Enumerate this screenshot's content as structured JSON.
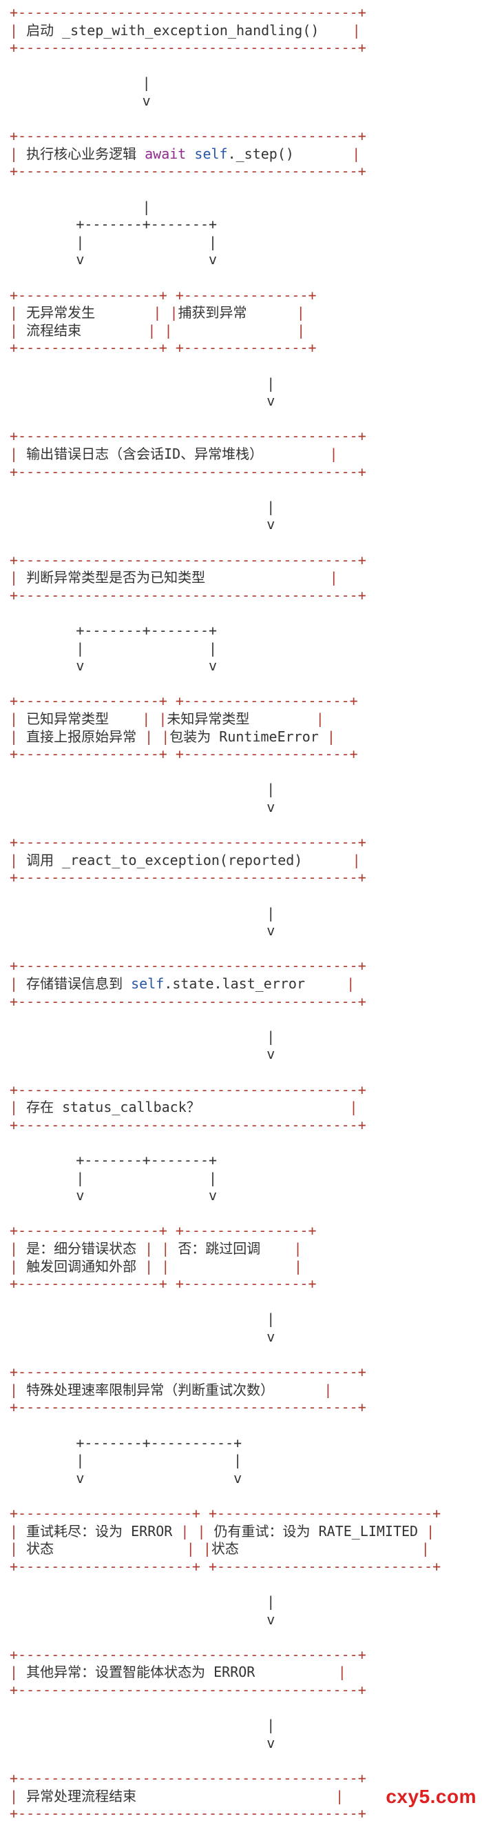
{
  "lines": [
    [
      {
        "t": "+-----------------------------------------+",
        "c": "b"
      }
    ],
    [
      {
        "t": "| ",
        "c": "b"
      },
      {
        "t": "启动 _step_with_exception_handling()"
      },
      {
        "t": "    |",
        "c": "b"
      }
    ],
    [
      {
        "t": "+-----------------------------------------+",
        "c": "b"
      }
    ],
    [],
    [
      {
        "t": "                |"
      }
    ],
    [
      {
        "t": "                v"
      }
    ],
    [],
    [
      {
        "t": "+-----------------------------------------+",
        "c": "b"
      }
    ],
    [
      {
        "t": "| ",
        "c": "b"
      },
      {
        "t": "执行核心业务逻辑 "
      },
      {
        "t": "await",
        "c": "k"
      },
      {
        "t": " "
      },
      {
        "t": "self",
        "c": "v"
      },
      {
        "t": "._step()"
      },
      {
        "t": "       |",
        "c": "b"
      }
    ],
    [
      {
        "t": "+-----------------------------------------+",
        "c": "b"
      }
    ],
    [],
    [
      {
        "t": "                |"
      }
    ],
    [
      {
        "t": "        +-------+-------+"
      }
    ],
    [
      {
        "t": "        |               |"
      }
    ],
    [
      {
        "t": "        v               v"
      }
    ],
    [],
    [
      {
        "t": "+-----------------+ +---------------+",
        "c": "b"
      }
    ],
    [
      {
        "t": "| ",
        "c": "b"
      },
      {
        "t": "无异常发生"
      },
      {
        "t": "       | |",
        "c": "b"
      },
      {
        "t": "捕获到异常"
      },
      {
        "t": "      |",
        "c": "b"
      }
    ],
    [
      {
        "t": "| ",
        "c": "b"
      },
      {
        "t": "流程结束"
      },
      {
        "t": "        | |",
        "c": "b"
      },
      {
        "t": "               |",
        "c": "b"
      }
    ],
    [
      {
        "t": "+-----------------+ +---------------+",
        "c": "b"
      }
    ],
    [],
    [
      {
        "t": "                               |"
      }
    ],
    [
      {
        "t": "                               v"
      }
    ],
    [],
    [
      {
        "t": "+-----------------------------------------+",
        "c": "b"
      }
    ],
    [
      {
        "t": "| ",
        "c": "b"
      },
      {
        "t": "输出错误日志（含会话ID、异常堆栈）"
      },
      {
        "t": "        |",
        "c": "b"
      }
    ],
    [
      {
        "t": "+-----------------------------------------+",
        "c": "b"
      }
    ],
    [],
    [
      {
        "t": "                               |"
      }
    ],
    [
      {
        "t": "                               v"
      }
    ],
    [],
    [
      {
        "t": "+-----------------------------------------+",
        "c": "b"
      }
    ],
    [
      {
        "t": "| ",
        "c": "b"
      },
      {
        "t": "判断异常类型是否为已知类型"
      },
      {
        "t": "               |",
        "c": "b"
      }
    ],
    [
      {
        "t": "+-----------------------------------------+",
        "c": "b"
      }
    ],
    [],
    [
      {
        "t": "        +-------+-------+"
      }
    ],
    [
      {
        "t": "        |               |"
      }
    ],
    [
      {
        "t": "        v               v"
      }
    ],
    [],
    [
      {
        "t": "+-----------------+ +--------------------+",
        "c": "b"
      }
    ],
    [
      {
        "t": "| ",
        "c": "b"
      },
      {
        "t": "已知异常类型"
      },
      {
        "t": "    | |",
        "c": "b"
      },
      {
        "t": "未知异常类型"
      },
      {
        "t": "        |",
        "c": "b"
      }
    ],
    [
      {
        "t": "| ",
        "c": "b"
      },
      {
        "t": "直接上报原始异常"
      },
      {
        "t": " | |",
        "c": "b"
      },
      {
        "t": "包装为 RuntimeError"
      },
      {
        "t": " |",
        "c": "b"
      }
    ],
    [
      {
        "t": "+-----------------+ +--------------------+",
        "c": "b"
      }
    ],
    [],
    [
      {
        "t": "                               |"
      }
    ],
    [
      {
        "t": "                               v"
      }
    ],
    [],
    [
      {
        "t": "+-----------------------------------------+",
        "c": "b"
      }
    ],
    [
      {
        "t": "| ",
        "c": "b"
      },
      {
        "t": "调用 _react_to_exception(reported)"
      },
      {
        "t": "      |",
        "c": "b"
      }
    ],
    [
      {
        "t": "+-----------------------------------------+",
        "c": "b"
      }
    ],
    [],
    [
      {
        "t": "                               |"
      }
    ],
    [
      {
        "t": "                               v"
      }
    ],
    [],
    [
      {
        "t": "+-----------------------------------------+",
        "c": "b"
      }
    ],
    [
      {
        "t": "| ",
        "c": "b"
      },
      {
        "t": "存储错误信息到 "
      },
      {
        "t": "self",
        "c": "v"
      },
      {
        "t": ".state.last_error"
      },
      {
        "t": "     |",
        "c": "b"
      }
    ],
    [
      {
        "t": "+-----------------------------------------+",
        "c": "b"
      }
    ],
    [],
    [
      {
        "t": "                               |"
      }
    ],
    [
      {
        "t": "                               v"
      }
    ],
    [],
    [
      {
        "t": "+-----------------------------------------+",
        "c": "b"
      }
    ],
    [
      {
        "t": "| ",
        "c": "b"
      },
      {
        "t": "存在 status_callback？"
      },
      {
        "t": "                  |",
        "c": "b"
      }
    ],
    [
      {
        "t": "+-----------------------------------------+",
        "c": "b"
      }
    ],
    [],
    [
      {
        "t": "        +-------+-------+"
      }
    ],
    [
      {
        "t": "        |               |"
      }
    ],
    [
      {
        "t": "        v               v"
      }
    ],
    [],
    [
      {
        "t": "+-----------------+ +---------------+",
        "c": "b"
      }
    ],
    [
      {
        "t": "| ",
        "c": "b"
      },
      {
        "t": "是：细分错误状态"
      },
      {
        "t": " | | ",
        "c": "b"
      },
      {
        "t": "否：跳过回调"
      },
      {
        "t": "    |",
        "c": "b"
      }
    ],
    [
      {
        "t": "| ",
        "c": "b"
      },
      {
        "t": "触发回调通知外部"
      },
      {
        "t": " | |",
        "c": "b"
      },
      {
        "t": "               |",
        "c": "b"
      }
    ],
    [
      {
        "t": "+-----------------+ +---------------+",
        "c": "b"
      }
    ],
    [],
    [
      {
        "t": "                               |"
      }
    ],
    [
      {
        "t": "                               v"
      }
    ],
    [],
    [
      {
        "t": "+-----------------------------------------+",
        "c": "b"
      }
    ],
    [
      {
        "t": "| ",
        "c": "b"
      },
      {
        "t": "特殊处理速率限制异常（判断重试次数）"
      },
      {
        "t": "      |",
        "c": "b"
      }
    ],
    [
      {
        "t": "+-----------------------------------------+",
        "c": "b"
      }
    ],
    [],
    [
      {
        "t": "        +-------+----------+"
      }
    ],
    [
      {
        "t": "        |                  |"
      }
    ],
    [
      {
        "t": "        v                  v"
      }
    ],
    [],
    [
      {
        "t": "+---------------------+ +--------------------------+",
        "c": "b"
      }
    ],
    [
      {
        "t": "| ",
        "c": "b"
      },
      {
        "t": "重试耗尽：设为 ERROR"
      },
      {
        "t": " | | ",
        "c": "b"
      },
      {
        "t": "仍有重试：设为 RATE_LIMITED"
      },
      {
        "t": " |",
        "c": "b"
      }
    ],
    [
      {
        "t": "| ",
        "c": "b"
      },
      {
        "t": "状态"
      },
      {
        "t": "                | |",
        "c": "b"
      },
      {
        "t": "状态"
      },
      {
        "t": "                      |",
        "c": "b"
      }
    ],
    [
      {
        "t": "+---------------------+ +--------------------------+",
        "c": "b"
      }
    ],
    [],
    [
      {
        "t": "                               |"
      }
    ],
    [
      {
        "t": "                               v"
      }
    ],
    [],
    [
      {
        "t": "+-----------------------------------------+",
        "c": "b"
      }
    ],
    [
      {
        "t": "| ",
        "c": "b"
      },
      {
        "t": "其他异常：设置智能体状态为 ERROR"
      },
      {
        "t": "          |",
        "c": "b"
      }
    ],
    [
      {
        "t": "+-----------------------------------------+",
        "c": "b"
      }
    ],
    [],
    [
      {
        "t": "                               |"
      }
    ],
    [
      {
        "t": "                               v"
      }
    ],
    [],
    [
      {
        "t": "+-----------------------------------------+",
        "c": "b"
      }
    ],
    [
      {
        "t": "| ",
        "c": "b"
      },
      {
        "t": "异常处理流程结束"
      },
      {
        "t": "                        |",
        "c": "b"
      }
    ],
    [
      {
        "t": "+-----------------------------------------+",
        "c": "b"
      }
    ]
  ],
  "watermark": "cxy5.com"
}
